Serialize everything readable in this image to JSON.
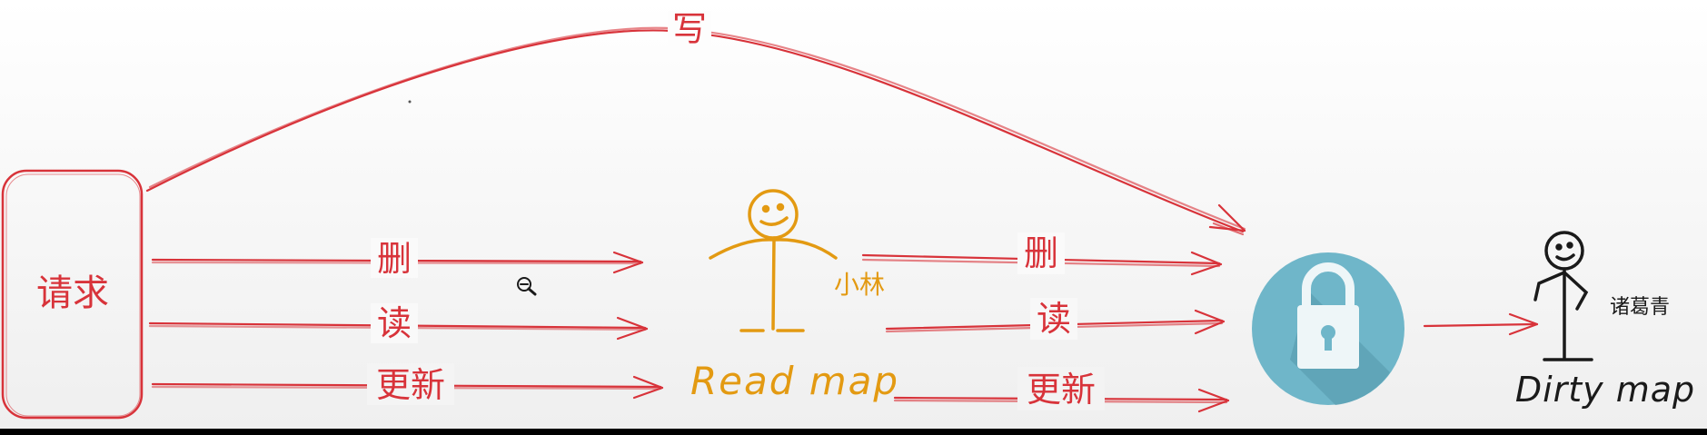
{
  "colors": {
    "red": "#d8333a",
    "orange": "#e39a12",
    "black": "#1a1a1a",
    "lock_teal": "#6fb6c9",
    "lock_shadow": "#5b9fb1",
    "background": "#f7f7f7"
  },
  "request_box": {
    "label": "请求"
  },
  "write_arc": {
    "label": "写"
  },
  "left_ops": [
    {
      "label": "删"
    },
    {
      "label": "读"
    },
    {
      "label": "更新"
    }
  ],
  "read_map": {
    "title": "Read map",
    "figure_name": "小林"
  },
  "right_ops": [
    {
      "label": "删"
    },
    {
      "label": "读"
    },
    {
      "label": "更新"
    }
  ],
  "lock": {
    "icon": "lock-icon"
  },
  "dirty_map": {
    "title": "Dirty map",
    "figure_name": "诸葛青"
  },
  "cursor": {
    "icon": "zoom-out-cursor-icon"
  }
}
